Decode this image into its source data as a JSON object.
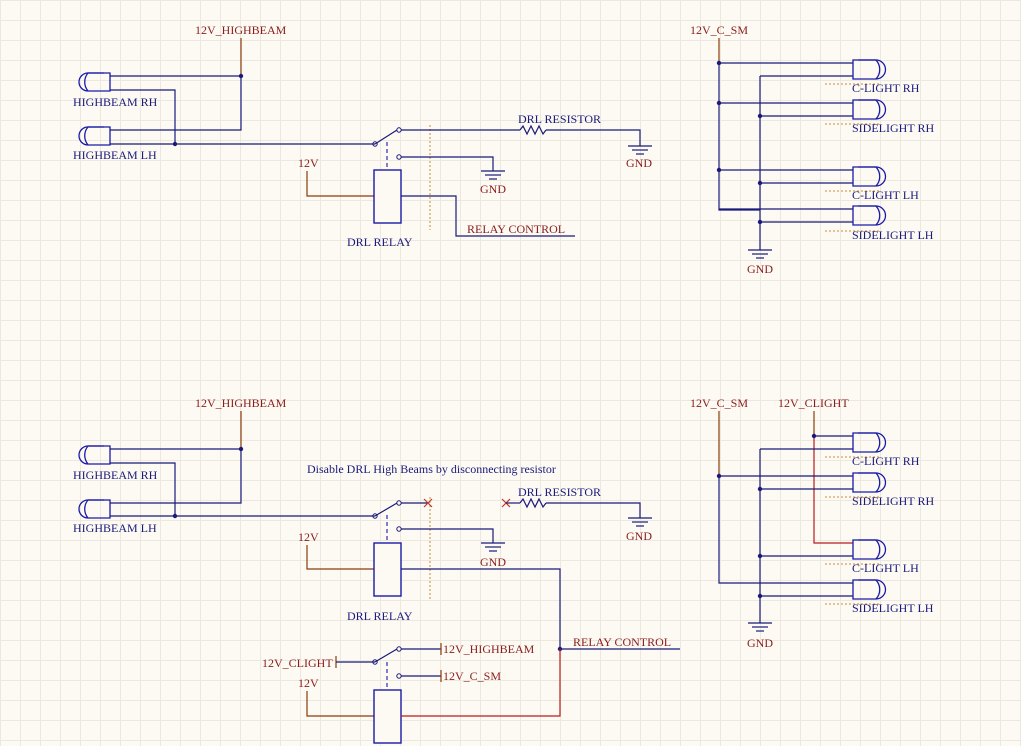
{
  "top": {
    "net_highbeam": "12V_HIGHBEAM",
    "lamp_hb_rh": "HIGHBEAM RH",
    "lamp_hb_lh": "HIGHBEAM LH",
    "drl_resistor": "DRL RESISTOR",
    "gnd_resistor": "GND",
    "gnd_relay": "GND",
    "net_12v": "12V",
    "relay_label": "DRL RELAY",
    "relay_control": "RELAY CONTROL",
    "net_c_sm": "12V_C_SM",
    "lamp_clight_rh": "C-LIGHT RH",
    "lamp_sidelight_rh": "SIDELIGHT RH",
    "lamp_clight_lh": "C-LIGHT LH",
    "lamp_sidelight_lh": "SIDELIGHT LH",
    "gnd_lights": "GND"
  },
  "bottom": {
    "net_highbeam": "12V_HIGHBEAM",
    "lamp_hb_rh": "HIGHBEAM RH",
    "lamp_hb_lh": "HIGHBEAM LH",
    "note": "Disable DRL High Beams by disconnecting resistor",
    "drl_resistor": "DRL RESISTOR",
    "gnd_resistor": "GND",
    "gnd_relay": "GND",
    "net_12v": "12V",
    "relay_label": "DRL RELAY",
    "relay_control": "RELAY CONTROL",
    "net_clight_in": "12V_CLIGHT",
    "net_12v_2": "12V",
    "port_highbeam": "12V_HIGHBEAM",
    "port_c_sm": "12V_C_SM",
    "net_c_sm": "12V_C_SM",
    "net_clight": "12V_CLIGHT",
    "lamp_clight_rh": "C-LIGHT RH",
    "lamp_sidelight_rh": "SIDELIGHT RH",
    "lamp_clight_lh": "C-LIGHT LH",
    "lamp_sidelight_lh": "SIDELIGHT LH",
    "gnd_lights": "GND"
  }
}
